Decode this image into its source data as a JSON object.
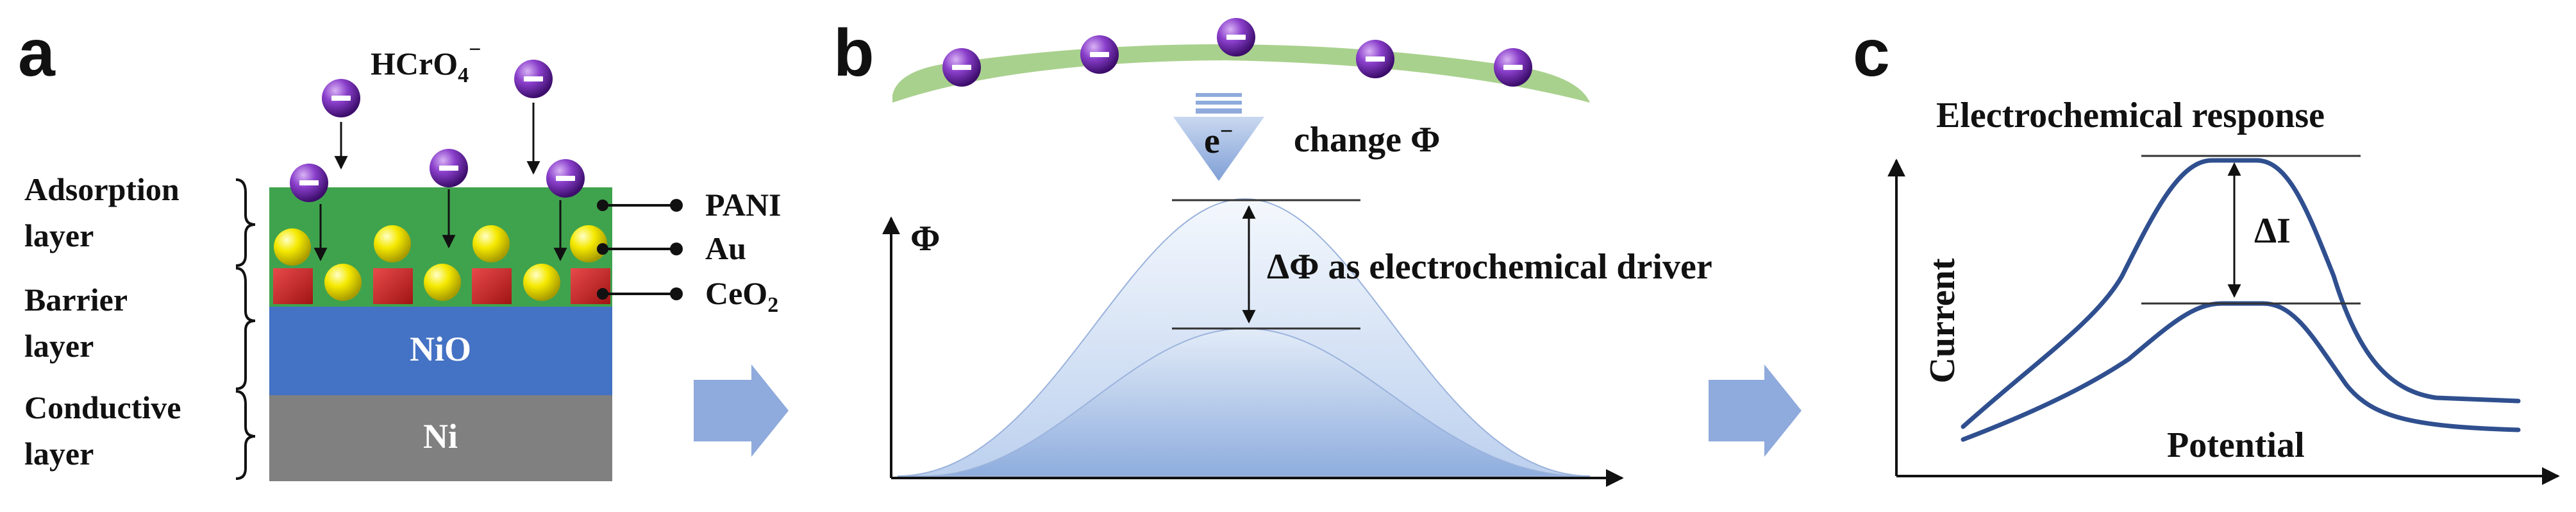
{
  "panels": {
    "a": {
      "letter": "a",
      "ion_label": "HCrO",
      "ion_sub": "4",
      "ion_sup": "−",
      "brackets": [
        {
          "line1": "Adsorption",
          "line2": "layer"
        },
        {
          "line1": "Barrier",
          "line2": "layer"
        },
        {
          "line1": "Conductive",
          "line2": "layer"
        }
      ],
      "nio_label": "NiO",
      "ni_label": "Ni",
      "callouts": {
        "pani": "PANI",
        "au": "Au",
        "ceo2_main": "CeO",
        "ceo2_sub": "2"
      }
    },
    "b": {
      "letter": "b",
      "electron_label": "e",
      "electron_sup": "−",
      "change_label": "change Φ",
      "axis_label": "Φ",
      "driver_label": "ΔΦ as electrochemical driver"
    },
    "c": {
      "letter": "c",
      "title": "Electrochemical  response",
      "ylabel": "Current",
      "xlabel": "Potential",
      "delta_label": "ΔI"
    }
  },
  "colors": {
    "pani_green": "#3FA34D",
    "au_yellow": "#F2E600",
    "ceo2_red": "#D2232A",
    "nio_blue": "#4472C4",
    "ni_gray": "#808080",
    "arrow_blue": "#8FAADC",
    "curve_blue": "#2F4F8F",
    "membrane_green": "#A9D18E",
    "ion_purple": "#7030A0"
  },
  "icons": [
    "anion-icon",
    "flow-arrow-icon",
    "electron-arrow-icon"
  ]
}
